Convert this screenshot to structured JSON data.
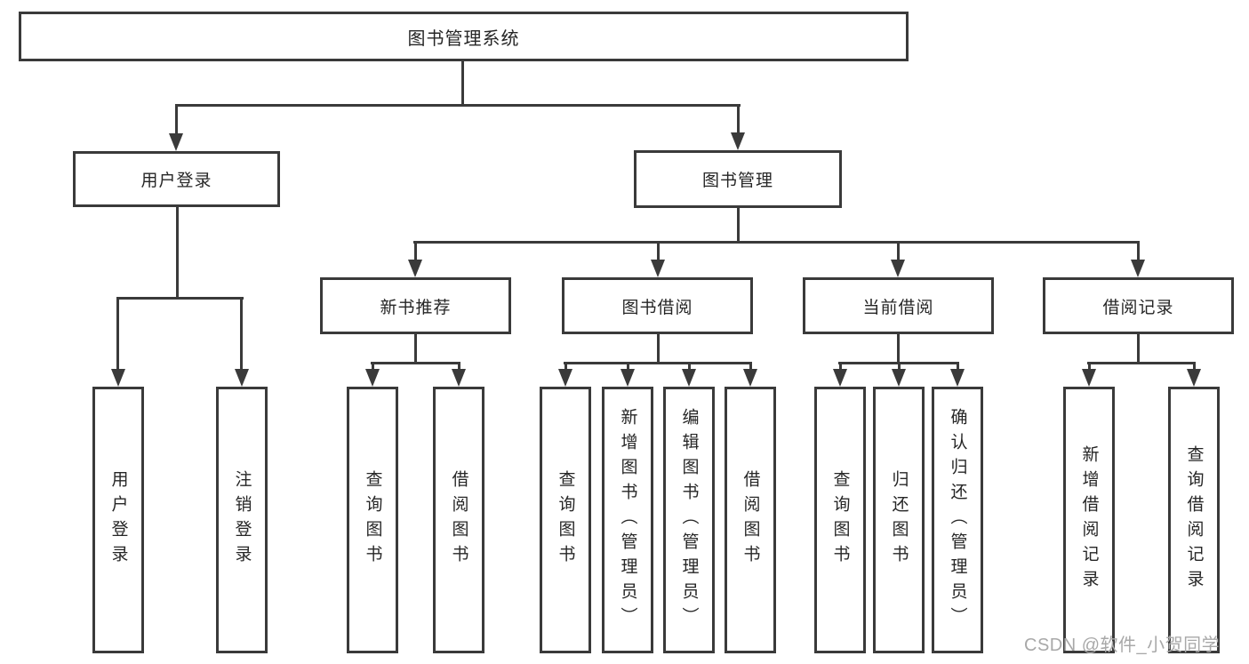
{
  "diagram": {
    "type": "org-tree",
    "title": "图书管理系统",
    "colors": {
      "line": "#3a3a3a",
      "box_border": "#3a3a3a",
      "box_fill": "#ffffff",
      "text": "#262626",
      "watermark": "#a8a8a8"
    },
    "tree": {
      "root": "图书管理系统",
      "level2": [
        {
          "label": "用户登录",
          "children": [
            "用户登录",
            "注销登录"
          ]
        },
        {
          "label": "图书管理",
          "children": [
            {
              "label": "新书推荐",
              "children": [
                "查询图书",
                "借阅图书"
              ]
            },
            {
              "label": "图书借阅",
              "children": [
                "查询图书",
                "新增图书（管理员）",
                "编辑图书（管理员）",
                "借阅图书"
              ]
            },
            {
              "label": "当前借阅",
              "children": [
                "查询图书",
                "归还图书",
                "确认归还（管理员）"
              ]
            },
            {
              "label": "借阅记录",
              "children": [
                "新增借阅记录",
                "查询借阅记录"
              ]
            }
          ]
        }
      ]
    },
    "watermark": "CSDN @软件_小贺同学"
  }
}
